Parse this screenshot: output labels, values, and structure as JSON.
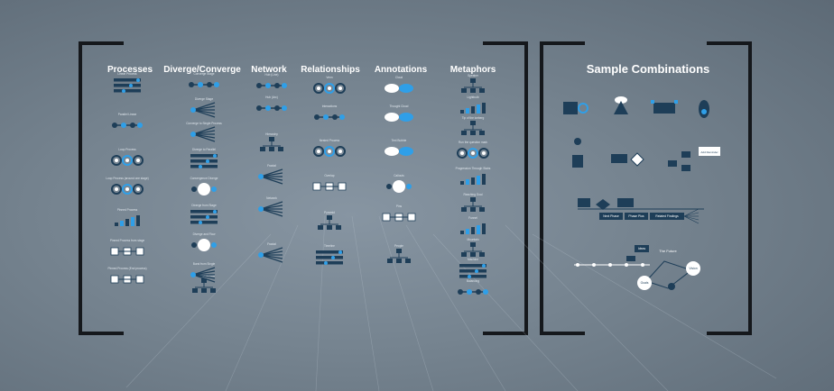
{
  "palette": {
    "dark": "#1e3e58",
    "mid": "#3a6e92",
    "accent": "#2f9fe8",
    "white": "#ffffff",
    "bracket": "#15181c"
  },
  "categories": [
    {
      "title": "Processes",
      "items": [
        {
          "label": "Linear Process",
          "icon": "linear-process-icon"
        },
        {
          "label": "Parallel Linear",
          "icon": "parallel-linear-icon"
        },
        {
          "label": "Loop Process",
          "icon": "loop-process-icon"
        },
        {
          "label": "Loop Process (around one stage)",
          "icon": "loop-around-stage-icon"
        },
        {
          "label": "Pinned Process",
          "icon": "pinned-process-icon"
        },
        {
          "label": "Pinned Process from stage",
          "icon": "pinned-from-stage-icon"
        },
        {
          "label": "Pinned Process (End process)",
          "icon": "pinned-end-icon"
        }
      ]
    },
    {
      "title": "Diverge/Converge",
      "items": [
        {
          "label": "Converge Stage",
          "icon": "converge-stage-icon"
        },
        {
          "label": "Diverge Stage",
          "icon": "diverge-stage-icon"
        },
        {
          "label": "Converge to Single Process",
          "icon": "converge-single-icon"
        },
        {
          "label": "Diverge to Parallel",
          "icon": "diverge-parallel-icon"
        },
        {
          "label": "Convergence Diverge",
          "icon": "convergence-diverge-icon"
        },
        {
          "label": "Diverge from Stage",
          "icon": "diverge-from-stage-icon"
        },
        {
          "label": "Diverge and Flow",
          "icon": "diverge-flow-icon"
        },
        {
          "label": "Burst from Single",
          "icon": "burst-single-icon"
        },
        {
          "label": "Convergent Flow",
          "icon": "convergent-flow-icon"
        }
      ]
    },
    {
      "title": "Network",
      "items": [
        {
          "label": "Hub (Line)",
          "icon": "hub-line-icon"
        },
        {
          "label": "Hub (Arc)",
          "icon": "hub-arc-icon"
        },
        {
          "label": "Hierarchy",
          "icon": "hierarchy-icon"
        },
        {
          "label": "Fractal",
          "icon": "fractal-icon"
        },
        {
          "label": "Network",
          "icon": "network-icon"
        },
        {
          "label": "Fractal",
          "icon": "fractal-burst-icon"
        }
      ]
    },
    {
      "title": "Relationships",
      "items": [
        {
          "label": "Venn",
          "icon": "venn-icon"
        },
        {
          "label": "Interactions",
          "icon": "interactions-icon"
        },
        {
          "label": "Nested Process",
          "icon": "nested-process-icon"
        },
        {
          "label": "Overlap",
          "icon": "overlap-icon"
        },
        {
          "label": "Pyramid",
          "icon": "pyramid-icon"
        },
        {
          "label": "Timeline",
          "icon": "timeline-icon"
        }
      ]
    },
    {
      "title": "Annotations",
      "items": [
        {
          "label": "Cloud",
          "icon": "cloud-icon"
        },
        {
          "label": "Thought Cloud",
          "icon": "thought-cloud-icon"
        },
        {
          "label": "Text Bubble",
          "icon": "text-bubble-icon"
        },
        {
          "label": "Callouts",
          "icon": "callouts-icon"
        },
        {
          "label": "Pins",
          "icon": "pins-icon"
        },
        {
          "label": "People",
          "icon": "people-icon"
        }
      ]
    },
    {
      "title": "Metaphors",
      "items": [
        {
          "label": "Speaker",
          "icon": "speaker-icon"
        },
        {
          "label": "Lightbulb",
          "icon": "lightbulb-icon"
        },
        {
          "label": "Tip of the iceberg",
          "icon": "iceberg-icon"
        },
        {
          "label": "Run the question mark",
          "icon": "question-mark-icon"
        },
        {
          "label": "Progression Through Stairs",
          "icon": "stairs-icon"
        },
        {
          "label": "Reaching Goal",
          "icon": "goal-icon"
        },
        {
          "label": "Funnel",
          "icon": "funnel-icon"
        },
        {
          "label": "Mountain",
          "icon": "mountain-icon"
        },
        {
          "label": "Machine",
          "icon": "machine-icon"
        },
        {
          "label": "Balancing",
          "icon": "balancing-icon"
        }
      ]
    }
  ],
  "samples": {
    "title": "Sample Combinations",
    "labels": {
      "process": "Next Phase",
      "decision": "Phase Plus",
      "final": "Related Findings",
      "future": "The Future",
      "node_a": "Ideas",
      "node_b": "Goals",
      "node_c": "Vision",
      "note": "Add Reminder"
    }
  }
}
